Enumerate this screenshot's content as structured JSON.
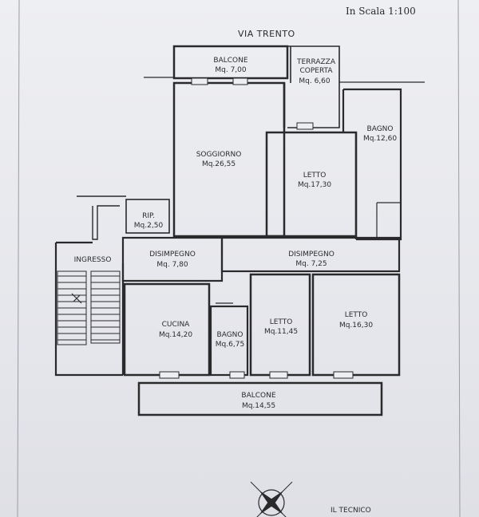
{
  "header": {
    "scale": "In Scala 1:100",
    "street": "VIA TRENTO"
  },
  "footer": {
    "signature_label": "IL TECNICO"
  },
  "rooms": [
    {
      "id": "balcone_top",
      "name": "BALCONE",
      "area": "Mq. 7,00"
    },
    {
      "id": "terrazza",
      "name_lines": [
        "TERRAZZA",
        "COPERTA"
      ],
      "area": "Mq. 6,60"
    },
    {
      "id": "bagno_top",
      "name": "BAGNO",
      "area": "Mq.12,60"
    },
    {
      "id": "soggiorno",
      "name": "SOGGIORNO",
      "area": "Mq.26,55"
    },
    {
      "id": "letto_1",
      "name": "LETTO",
      "area": "Mq.17,30"
    },
    {
      "id": "rip",
      "name": "RIP.",
      "area": "Mq.2,50"
    },
    {
      "id": "ingresso",
      "name": "INGRESSO"
    },
    {
      "id": "disimpegno_1",
      "name": "DISIMPEGNO",
      "area": "Mq. 7,80"
    },
    {
      "id": "disimpegno_2",
      "name": "DISIMPEGNO",
      "area": "Mq. 7,25"
    },
    {
      "id": "cucina",
      "name": "CUCINA",
      "area": "Mq.14,20"
    },
    {
      "id": "bagno_bottom",
      "name": "BAGNO",
      "area": "Mq.6,75"
    },
    {
      "id": "letto_2",
      "name": "LETTO",
      "area": "Mq.11,45"
    },
    {
      "id": "letto_3",
      "name": "LETTO",
      "area": "Mq.16,30"
    },
    {
      "id": "balcone_bottom",
      "name": "BALCONE",
      "area": "Mq.14,55"
    }
  ],
  "colors": {
    "line": "#2a2a2c",
    "paper": "#eceef1"
  }
}
